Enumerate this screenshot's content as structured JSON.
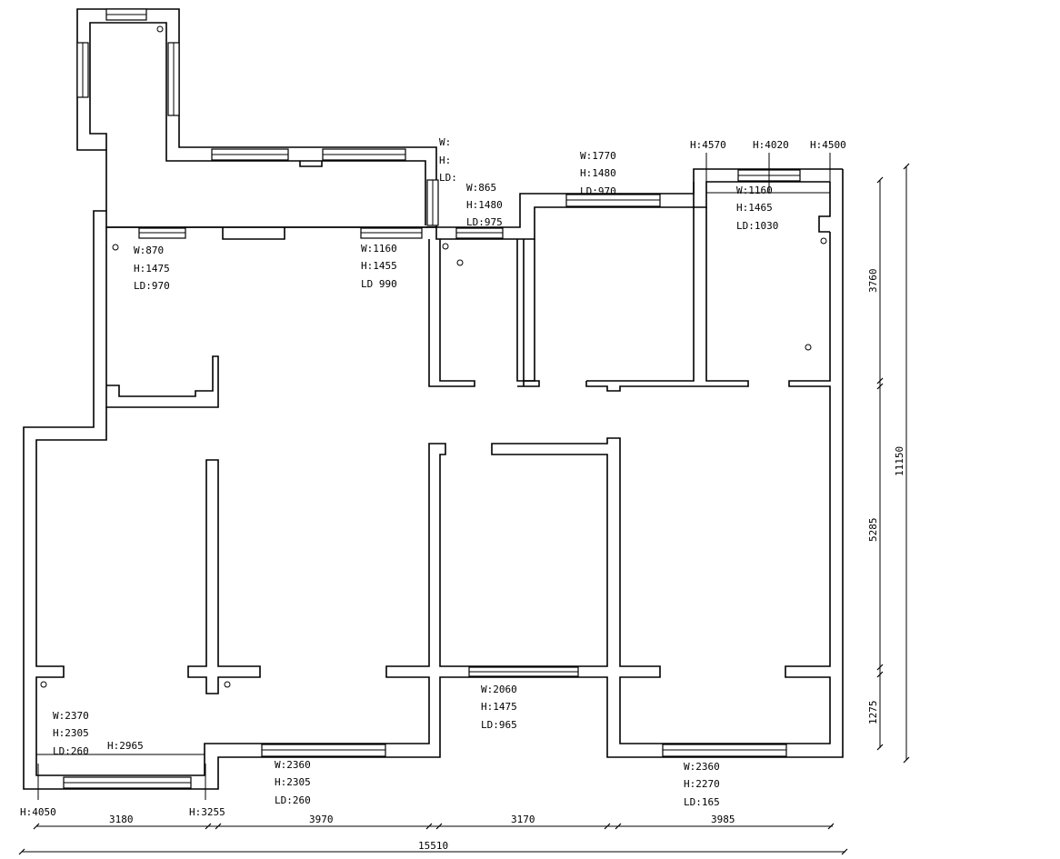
{
  "windows": [
    {
      "id": "w1",
      "lines": [
        "W:870",
        "H:1475",
        "LD:970"
      ]
    },
    {
      "id": "w2",
      "lines": [
        "W:1160",
        "H:1455",
        "LD 990"
      ]
    },
    {
      "id": "w3",
      "lines": [
        "W:",
        "H:",
        "LD:"
      ]
    },
    {
      "id": "w4",
      "lines": [
        "W:865",
        "H:1480",
        "LD:975"
      ]
    },
    {
      "id": "w5",
      "lines": [
        "W:1770",
        "H:1480",
        "LD:970"
      ]
    },
    {
      "id": "w6",
      "lines": [
        "W:1160",
        "H:1465",
        "LD:1030"
      ]
    },
    {
      "id": "w7",
      "lines": [
        "W:2370",
        "H:2305",
        "LD:260"
      ]
    },
    {
      "id": "w8",
      "lines": [
        "W:2360",
        "H:2305",
        "LD:260"
      ]
    },
    {
      "id": "w9",
      "lines": [
        "W:2060",
        "H:1475",
        "LD:965"
      ]
    },
    {
      "id": "w10",
      "lines": [
        "W:2360",
        "H:2270",
        "LD:165"
      ]
    }
  ],
  "heights": {
    "h4570": "H:4570",
    "h4020": "H:4020",
    "h4500": "H:4500",
    "h2965": "H:2965",
    "h4050": "H:4050",
    "h3255": "H:3255"
  },
  "dimensions": {
    "bottom": [
      "3180",
      "3970",
      "3170",
      "3985"
    ],
    "total_width": "15510",
    "right": [
      "3760",
      "5285",
      "1275"
    ],
    "total_height": "11150"
  }
}
